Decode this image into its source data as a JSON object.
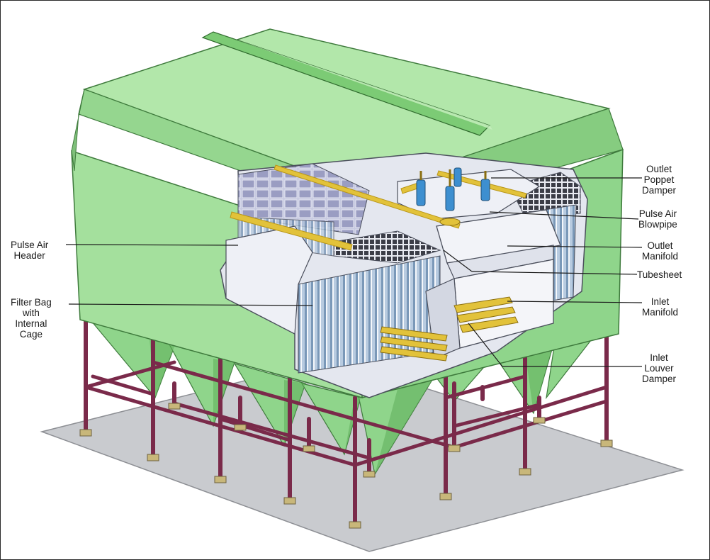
{
  "labels": {
    "outlet_poppet_damper": [
      "Outlet",
      "Poppet",
      "Damper"
    ],
    "pulse_air_blowpipe": [
      "Pulse Air",
      "Blowpipe"
    ],
    "outlet_manifold": [
      "Outlet",
      "Manifold"
    ],
    "tubesheet": [
      "Tubesheet"
    ],
    "inlet_manifold": [
      "Inlet",
      "Manifold"
    ],
    "inlet_louver_damper": [
      "Inlet",
      "Louver",
      "Damper"
    ],
    "pulse_air_header": [
      "Pulse Air",
      "Header"
    ],
    "filter_bag": [
      "Filter Bag",
      "with",
      "Internal",
      "Cage"
    ]
  },
  "colors": {
    "housing_green": "#9fdd98",
    "housing_green_dark": "#6fbf6a",
    "interior_light": "#dfe3ee",
    "filter_bag_blue": "#a9bfd6",
    "yellow_pipe": "#e2c23a",
    "frame_maroon": "#7a2a4a",
    "floor_grey": "#c9cbcf"
  }
}
